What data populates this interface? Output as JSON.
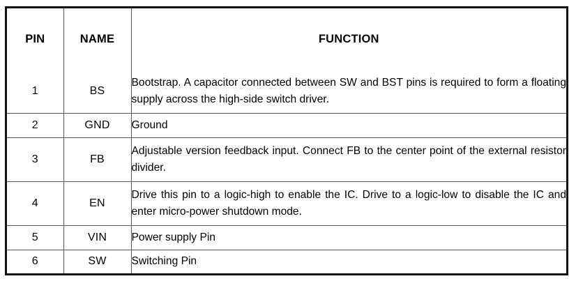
{
  "table": {
    "columns": [
      {
        "key": "pin",
        "label": "PIN"
      },
      {
        "key": "name",
        "label": "NAME"
      },
      {
        "key": "func",
        "label": "FUNCTION"
      }
    ],
    "rows": [
      {
        "pin": "1",
        "name": "BS",
        "func": "Bootstrap. A capacitor connected between SW and BST pins is required to form a floating supply across the high-side switch driver."
      },
      {
        "pin": "2",
        "name": "GND",
        "func": "Ground"
      },
      {
        "pin": "3",
        "name": "FB",
        "func": "Adjustable version feedback input. Connect FB to the center point of the external resistor divider."
      },
      {
        "pin": "4",
        "name": "EN",
        "func": "Drive this pin to a logic-high to enable the IC. Drive to a logic-low to disable the IC and enter micro-power shutdown mode."
      },
      {
        "pin": "5",
        "name": "VIN",
        "func": "Power supply Pin"
      },
      {
        "pin": "6",
        "name": "SW",
        "func": "Switching Pin"
      }
    ]
  },
  "colors": {
    "page_background": "#ffffff",
    "outer_border": "#111111",
    "inner_grid": "#5a5a5a",
    "text": "#000000"
  }
}
